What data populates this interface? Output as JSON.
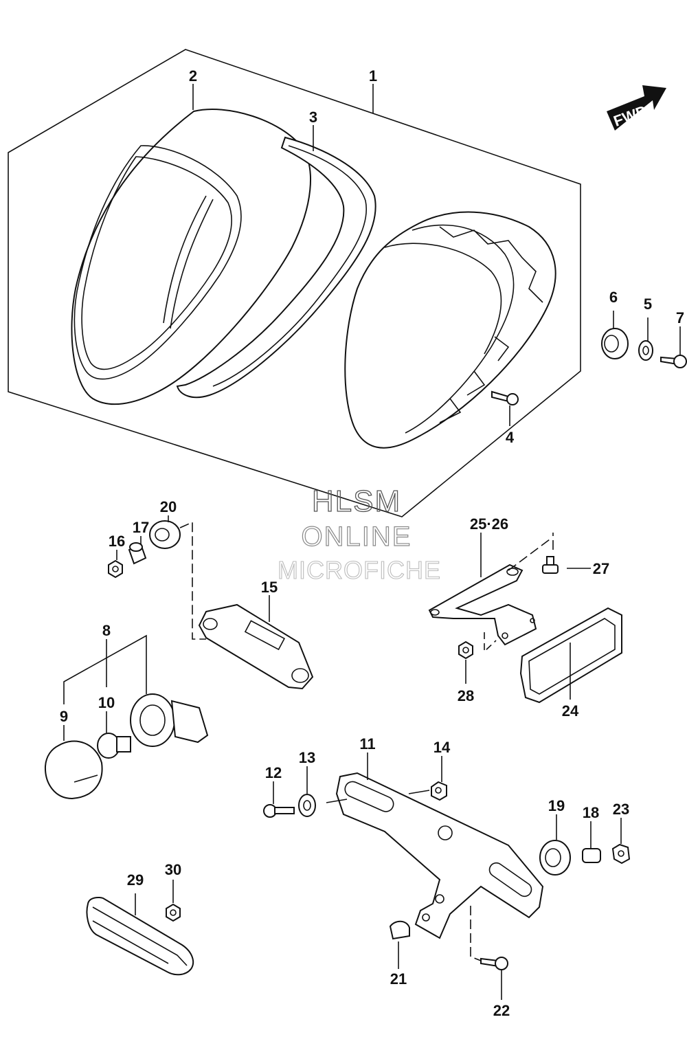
{
  "watermark": {
    "line1": "HLSM",
    "line2": "ONLINE",
    "line3": "MICROFICHE"
  },
  "direction_label": "FWD",
  "callouts": {
    "c1": "1",
    "c2": "2",
    "c3": "3",
    "c4": "4",
    "c5": "5",
    "c6": "6",
    "c7": "7",
    "c8": "8",
    "c9": "9",
    "c10": "10",
    "c11": "11",
    "c12": "12",
    "c13": "13",
    "c14": "14",
    "c15": "15",
    "c16": "16",
    "c17": "17",
    "c18": "18",
    "c19": "19",
    "c20": "20",
    "c21": "21",
    "c22": "22",
    "c23": "23",
    "c24": "24",
    "c2526": "25·26",
    "c27": "27",
    "c28": "28",
    "c29": "29",
    "c30": "30"
  }
}
